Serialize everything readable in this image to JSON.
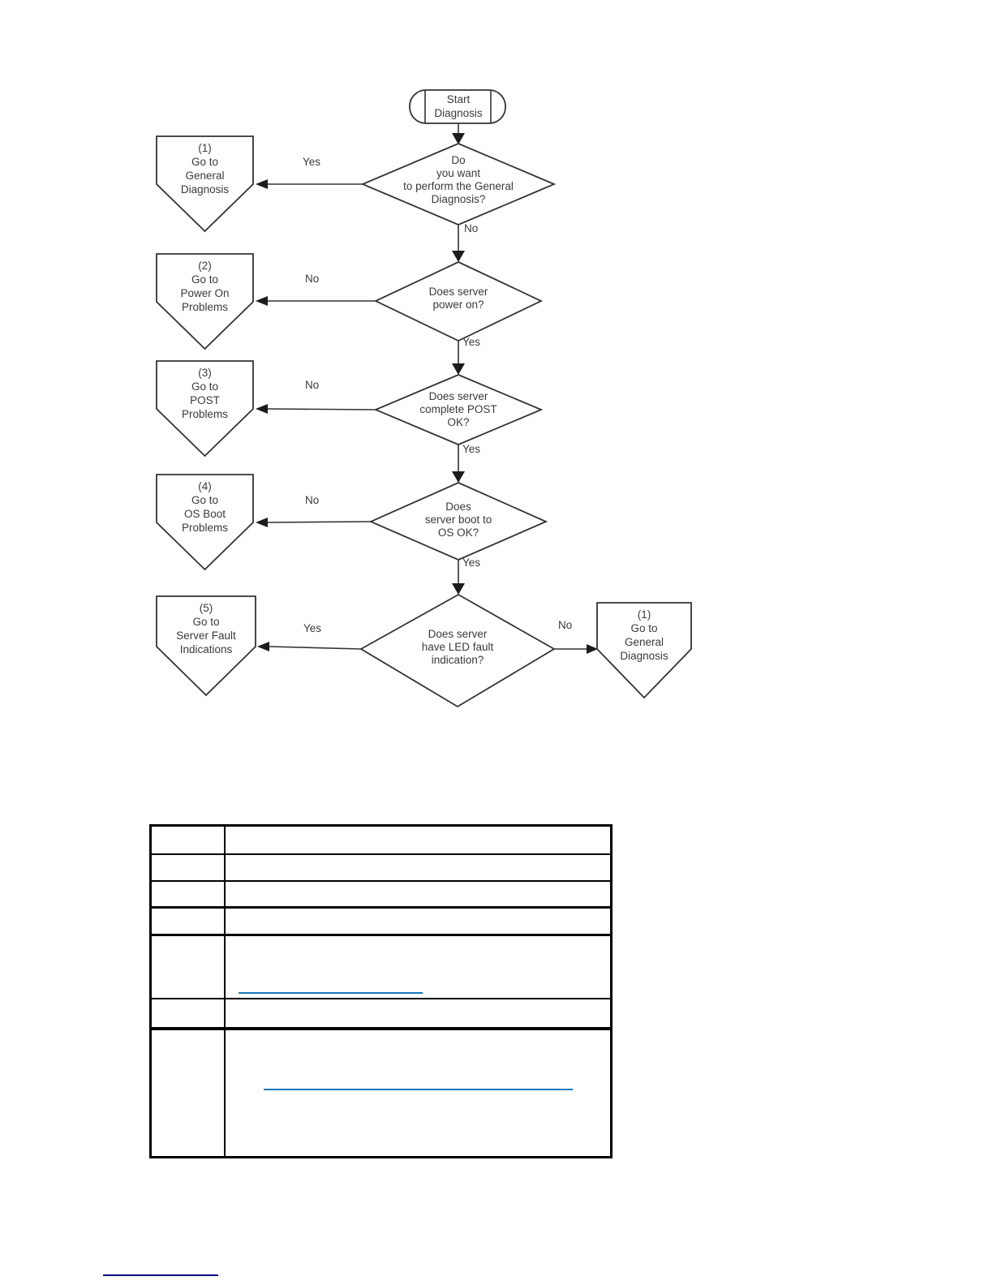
{
  "colors": {
    "page_bg": "#ffffff",
    "flow_line": "#333333",
    "flow_text": "#3a3a3a",
    "table_border": "#000000",
    "table_link": "#1778be",
    "footer_link": "#000080"
  },
  "flowchart": {
    "start": "Start\nDiagnosis",
    "decisions": {
      "general": {
        "text": "Do\nyou want\nto perform the General\nDiagnosis?",
        "yes_label": "Yes",
        "no_label": "No"
      },
      "power_on": {
        "text": "Does server\npower on?",
        "yes_label": "Yes",
        "no_label": "No"
      },
      "post": {
        "text": "Does server\ncomplete POST\nOK?",
        "yes_label": "Yes",
        "no_label": "No"
      },
      "os_boot": {
        "text": "Does\nserver boot to\nOS OK?",
        "yes_label": "Yes",
        "no_label": "No"
      },
      "led_fault": {
        "text": "Does server\nhave LED fault\nindication?",
        "yes_label": "Yes",
        "no_label": "No"
      }
    },
    "terminals": {
      "general_diagnosis": "(1)\nGo to\nGeneral\nDiagnosis",
      "power_on_problems": "(2)\nGo to\nPower On\nProblems",
      "post_problems": "(3)\nGo to\nPOST\nProblems",
      "os_boot_problems": "(4)\nGo to\nOS Boot\nProblems",
      "server_fault_indications": "(5)\nGo to\nServer Fault\nIndications",
      "general_diagnosis_right": "(1)\nGo to\nGeneral\nDiagnosis"
    }
  },
  "table": {
    "rows": [
      {
        "c1": "",
        "c2": ""
      },
      {
        "c1": "",
        "c2": ""
      },
      {
        "c1": "",
        "c2": ""
      },
      {
        "c1": "",
        "c2": ""
      },
      {
        "c1": "",
        "c2": ""
      },
      {
        "c1": "",
        "c2": ""
      },
      {
        "c1": "",
        "c2": ""
      }
    ],
    "row5_link_text": "",
    "row7_link_text": ""
  },
  "footer": {
    "link_text": ""
  }
}
